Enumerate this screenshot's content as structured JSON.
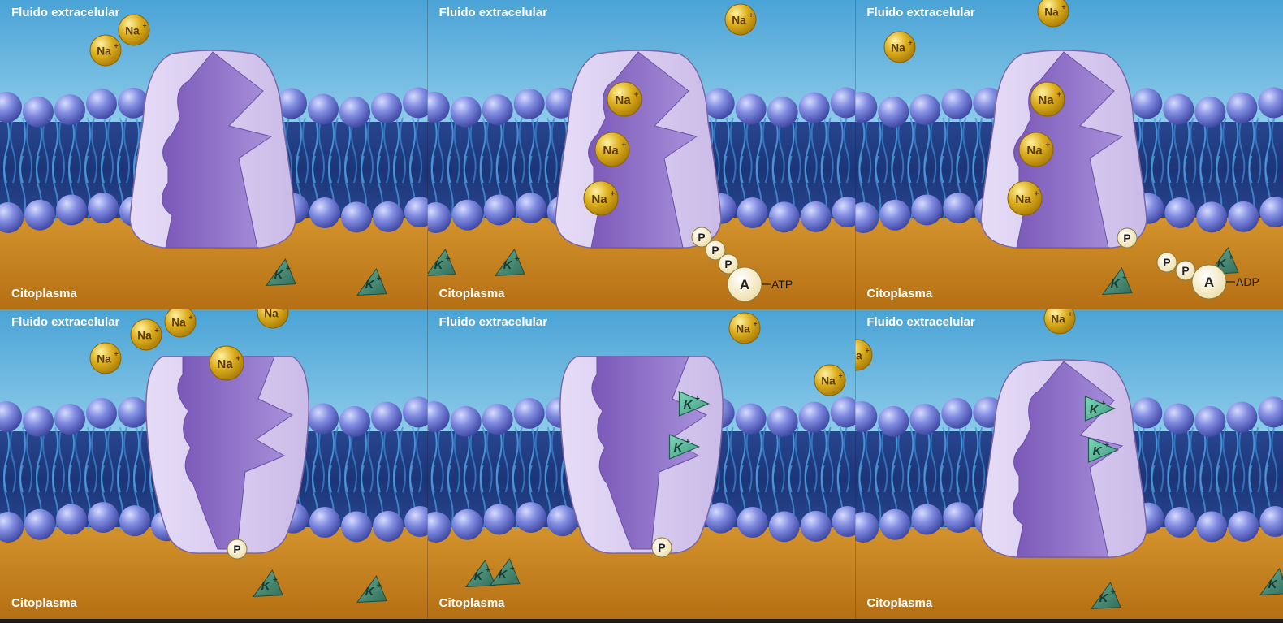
{
  "panels": [
    {
      "extracellular_label": "Fluido extracelular",
      "cytoplasm_label": "Citoplasma",
      "pump_state": "open-in",
      "bound_na": 0,
      "bound_k": 0,
      "phosphate_on_pump": false,
      "free_na": 2,
      "free_k": 2,
      "nucleotide": null
    },
    {
      "extracellular_label": "Fluido extracelular",
      "cytoplasm_label": "Citoplasma",
      "pump_state": "open-in",
      "bound_na": 3,
      "bound_k": 0,
      "phosphate_on_pump": false,
      "free_na": 1,
      "free_k": 2,
      "nucleotide": {
        "label": "ATP",
        "base_letter": "A",
        "phosphate_letter": "P",
        "phosphates": 3
      }
    },
    {
      "extracellular_label": "Fluido extracelular",
      "cytoplasm_label": "Citoplasma",
      "pump_state": "open-in",
      "bound_na": 3,
      "bound_k": 0,
      "phosphate_on_pump": true,
      "free_na": 2,
      "free_k": 2,
      "nucleotide": {
        "label": "ADP",
        "base_letter": "A",
        "phosphate_letter": "P",
        "phosphates": 2
      }
    },
    {
      "extracellular_label": "Fluido extracelular",
      "cytoplasm_label": "Citoplasma",
      "pump_state": "open-out",
      "bound_na": 1,
      "bound_k": 0,
      "phosphate_on_pump": true,
      "free_na": 4,
      "free_k": 2,
      "nucleotide": null
    },
    {
      "extracellular_label": "Fluido extracelular",
      "cytoplasm_label": "Citoplasma",
      "pump_state": "open-out",
      "bound_na": 0,
      "bound_k": 2,
      "phosphate_on_pump": true,
      "free_na": 2,
      "free_k": 2,
      "nucleotide": null
    },
    {
      "extracellular_label": "Fluido extracelular",
      "cytoplasm_label": "Citoplasma",
      "pump_state": "open-in",
      "bound_na": 0,
      "bound_k": 2,
      "phosphate_on_pump": false,
      "free_na": 2,
      "free_k": 2,
      "nucleotide": null
    }
  ],
  "ion_labels": {
    "sodium": "Na",
    "potassium": "K",
    "charge": "+",
    "phosphate": "P"
  },
  "colors": {
    "extracellular": "#5fb0dc",
    "cytoplasm": "#c8801e",
    "membrane_heads": "#5a66c4",
    "membrane_tails": "#2a4a9a",
    "pump_light": "#d6c8ee",
    "pump_dark": "#8a6cc4",
    "sodium": "#d8a818",
    "potassium": "#58b89a",
    "phosphate": "#fbf2c8"
  }
}
